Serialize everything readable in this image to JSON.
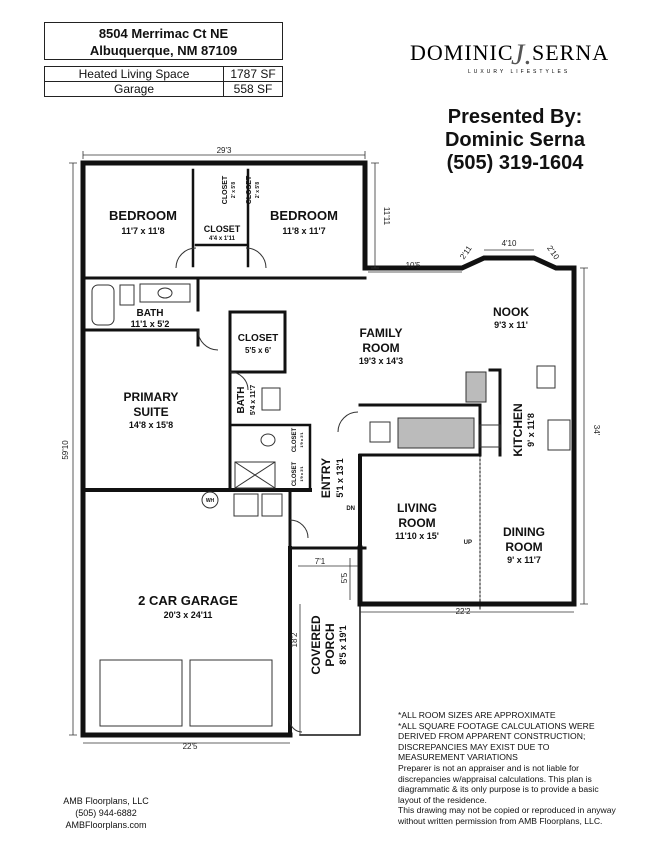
{
  "address": {
    "line1": "8504 Merrimac Ct NE",
    "line2": "Albuquerque, NM 87109"
  },
  "areas": [
    {
      "label": "Heated Living Space",
      "value": "1787 SF"
    },
    {
      "label": "Garage",
      "value": "558 SF"
    }
  ],
  "logo": {
    "left": "DOMINIC",
    "mark": "J.",
    "right": "SERNA",
    "tagline": "LUXURY  LIFESTYLES"
  },
  "presenter": {
    "line1": "Presented By:",
    "line2": "Dominic Serna",
    "line3": "(505) 319-1604"
  },
  "rooms": {
    "bedroom_left": {
      "name": "BEDROOM",
      "size": "11'7 x 11'8"
    },
    "bedroom_right": {
      "name": "BEDROOM",
      "size": "11'8 x 11'7"
    },
    "closet_a": {
      "name": "CLOSET",
      "size": "2' x 5'8"
    },
    "closet_b": {
      "name": "CLOSET",
      "size": "2' x 5'8"
    },
    "closet_c": {
      "name": "CLOSET",
      "size": "4'4 x 1'11"
    },
    "bath_upper": {
      "name": "BATH",
      "size": "11'1 x 5'2"
    },
    "closet_primary": {
      "name": "CLOSET",
      "size": "5'5 x 6'"
    },
    "family": {
      "name1": "FAMILY",
      "name2": "ROOM",
      "size": "19'3 x 14'3"
    },
    "nook": {
      "name": "NOOK",
      "size": "9'3 x 11'"
    },
    "primary": {
      "name1": "PRIMARY",
      "name2": "SUITE",
      "size": "14'8 x 15'8"
    },
    "bath_primary": {
      "name": "BATH",
      "size": "5'4 x 11'7"
    },
    "closet_small1": {
      "name": "CLOSET",
      "size": "1'9 x 3'1"
    },
    "closet_small2": {
      "name": "CLOSET",
      "size": "1'9 x 3'1"
    },
    "kitchen": {
      "name": "KITCHEN",
      "size": "9' x 11'8"
    },
    "entry": {
      "name": "ENTRY",
      "size": "5'1 x 13'1"
    },
    "living": {
      "name1": "LIVING",
      "name2": "ROOM",
      "size": "11'10 x 15'"
    },
    "dining": {
      "name1": "DINING",
      "name2": "ROOM",
      "size": "9' x 11'7"
    },
    "garage": {
      "name": "2 CAR GARAGE",
      "size": "20'3 x 24'11"
    },
    "porch": {
      "name1": "COVERED",
      "name2": "PORCH",
      "size": "8'5 x 19'1"
    }
  },
  "dimensions": {
    "top": "29'3",
    "right_upper": "11'11",
    "left": "59'10",
    "bay": "10'5",
    "bay_a": "2'11",
    "bay_b": "4'10",
    "bay_c": "2'10",
    "right": "34'",
    "bottom_right": "22'2",
    "bottom_left": "22'5",
    "porch_w": "7'1",
    "porch_h": "5'5",
    "porch_len": "18'2"
  },
  "labels": {
    "dn": "DN",
    "up": "UP",
    "wh": "WH"
  },
  "disclaimer": [
    "*ALL ROOM SIZES ARE APPROXIMATE",
    "*ALL SQUARE FOOTAGE CALCULATIONS WERE DERIVED FROM APPARENT CONSTRUCTION; DISCREPANCIES MAY EXIST DUE TO MEASUREMENT VARIATIONS",
    "Preparer is not an appraiser and is not liable for discrepancies w/appraisal calculations.  This plan is diagrammatic & its only purpose is to provide a basic layout of the residence.",
    "This drawing may not be copied or reproduced in anyway without written permission from AMB Floorplans, LLC."
  ],
  "company": {
    "name": "AMB Floorplans, LLC",
    "phone": "(505) 944-6882",
    "site": "AMBFloorplans.com"
  }
}
